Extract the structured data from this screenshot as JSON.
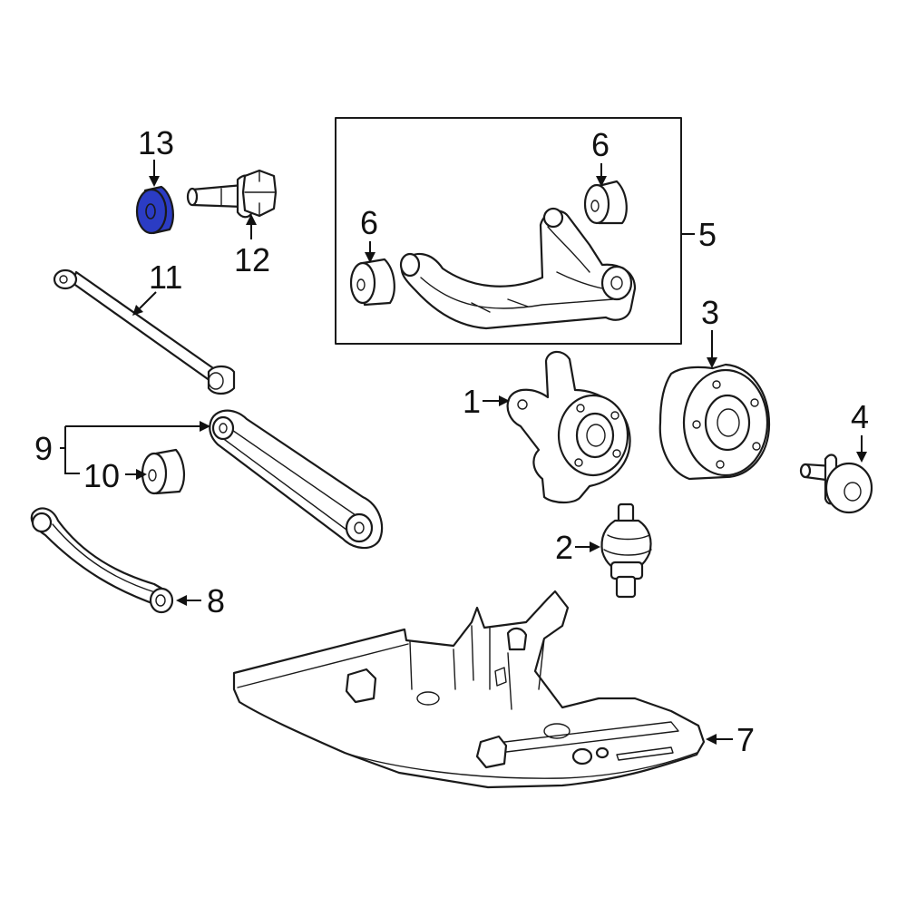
{
  "diagram": {
    "highlight_color": "#2b3cc4",
    "callouts": {
      "c1": "1",
      "c2": "2",
      "c3": "3",
      "c4": "4",
      "c5": "5",
      "c6a": "6",
      "c6b": "6",
      "c7": "7",
      "c8": "8",
      "c9": "9",
      "c10": "10",
      "c11": "11",
      "c12": "12",
      "c13": "13"
    }
  }
}
